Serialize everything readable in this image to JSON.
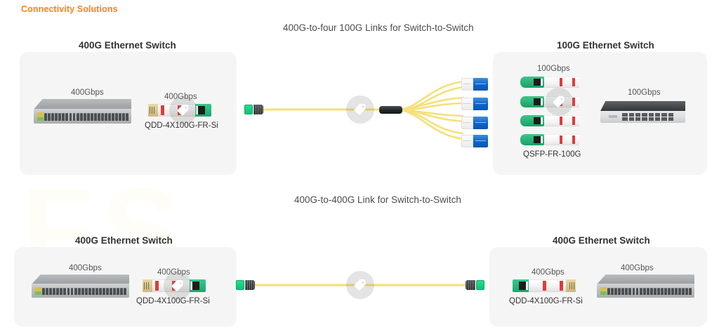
{
  "header": {
    "title": "Connectivity Solutions",
    "accent_color": "#f7821e"
  },
  "watermark": {
    "text": "FS"
  },
  "sections": [
    {
      "id": "top",
      "caption": "400G-to-four 100G Links for Switch-to-Switch",
      "left_card": {
        "title": "400G Ethernet Switch",
        "switch": {
          "name": "400g-ethernet-switch",
          "speed": "400Gbps"
        },
        "transceiver": {
          "speed": "400Gbps",
          "part": "QDD-4X100G-FR-Si"
        }
      },
      "cable": {
        "type": "mpo-to-4x-lc-breakout",
        "connector_left": "MPO",
        "connector_right": "LC duplex x4",
        "branch_count": 4
      },
      "right_card": {
        "title": "100G Ethernet Switch",
        "switch": {
          "name": "100g-ethernet-switch",
          "speed": "100Gbps"
        },
        "transceiver": {
          "speed": "100Gbps",
          "part": "QSFP-FR-100G",
          "count": 4
        }
      }
    },
    {
      "id": "bottom",
      "caption": "400G-to-400G Link for Switch-to-Switch",
      "left_card": {
        "title": "400G Ethernet Switch",
        "switch": {
          "name": "400g-ethernet-switch",
          "speed": "400Gbps"
        },
        "transceiver": {
          "speed": "400Gbps",
          "part": "QDD-4X100G-FR-Si"
        }
      },
      "cable": {
        "type": "mpo-to-mpo-trunk",
        "connector_left": "MPO",
        "connector_right": "MPO"
      },
      "right_card": {
        "title": "400G Ethernet Switch",
        "switch": {
          "name": "400g-ethernet-switch",
          "speed": "400Gbps"
        },
        "transceiver": {
          "speed": "400Gbps",
          "part": "QDD-4X100G-FR-Si"
        }
      }
    }
  ],
  "icons": {
    "tag": "price-tag-icon"
  },
  "colors": {
    "card_bg": "#f5f5f5",
    "fiber_yellow": "#f5e07a",
    "mpo_green": "#06c476",
    "lc_blue": "#0d62c9",
    "transceiver_red": "#e03b3b",
    "gold_finger": "#cdb87d"
  }
}
